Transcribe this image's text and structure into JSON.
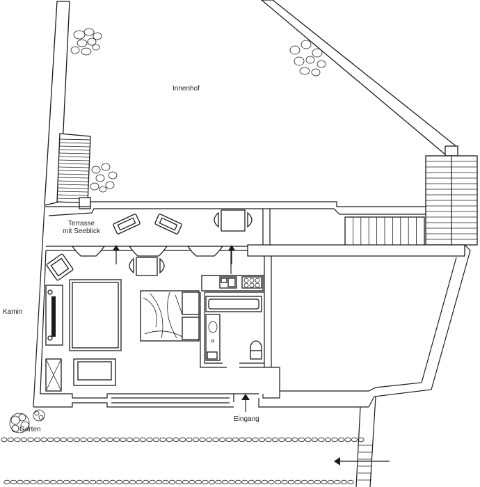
{
  "labels": {
    "innenhof": "Innenhof",
    "terrasse_line1": "Terrasse",
    "terrasse_line2": "mit Seeblick",
    "kamin": "Kamin",
    "garten": "Garten",
    "eingang": "Eingang"
  },
  "colors": {
    "line": "#1a1a1a",
    "background": "#ffffff",
    "text": "#222222"
  }
}
